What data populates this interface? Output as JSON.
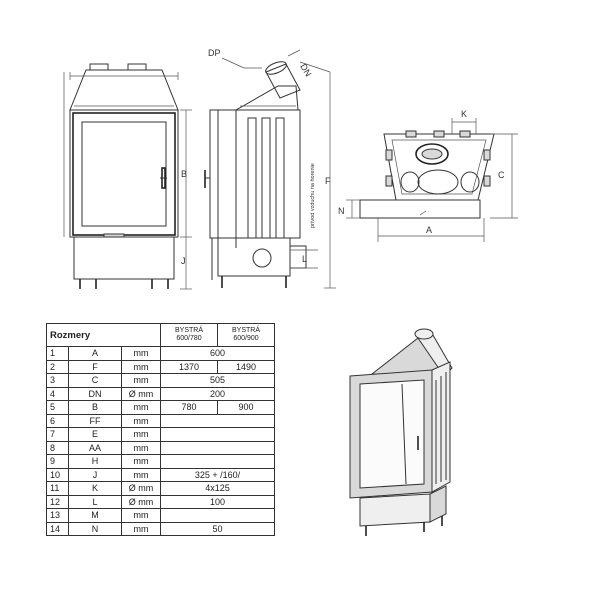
{
  "labels": {
    "DP": "DP",
    "DN": "DN",
    "B": "B",
    "F": "F",
    "J": "J",
    "L": "L",
    "K": "K",
    "C": "C",
    "N": "N",
    "A": "A",
    "side_note": "prívod vzduchu na horenie"
  },
  "table": {
    "title": "Rozmery",
    "col1": [
      "BYSTRÁ",
      "600/780"
    ],
    "col2": [
      "BYSTRÁ",
      "600/900"
    ],
    "rows": [
      {
        "n": "1",
        "code": "A",
        "unit": "mm",
        "v1": "600",
        "v2": "",
        "merged": true
      },
      {
        "n": "2",
        "code": "F",
        "unit": "mm",
        "v1": "1370",
        "v2": "1490",
        "merged": false
      },
      {
        "n": "3",
        "code": "C",
        "unit": "mm",
        "v1": "505",
        "v2": "",
        "merged": true
      },
      {
        "n": "4",
        "code": "DN",
        "unit": "Ø mm",
        "v1": "200",
        "v2": "",
        "merged": true
      },
      {
        "n": "5",
        "code": "B",
        "unit": "mm",
        "v1": "780",
        "v2": "900",
        "merged": false
      },
      {
        "n": "6",
        "code": "FF",
        "unit": "mm",
        "v1": "",
        "v2": "",
        "merged": true
      },
      {
        "n": "7",
        "code": "E",
        "unit": "mm",
        "v1": "",
        "v2": "",
        "merged": true
      },
      {
        "n": "8",
        "code": "AA",
        "unit": "mm",
        "v1": "",
        "v2": "",
        "merged": true
      },
      {
        "n": "9",
        "code": "H",
        "unit": "mm",
        "v1": "",
        "v2": "",
        "merged": true
      },
      {
        "n": "10",
        "code": "J",
        "unit": "mm",
        "v1": "325 + /160/",
        "v2": "",
        "merged": true
      },
      {
        "n": "11",
        "code": "K",
        "unit": "Ø mm",
        "v1": "4x125",
        "v2": "",
        "merged": true
      },
      {
        "n": "12",
        "code": "L",
        "unit": "Ø mm",
        "v1": "100",
        "v2": "",
        "merged": true
      },
      {
        "n": "13",
        "code": "M",
        "unit": "mm",
        "v1": "",
        "v2": "",
        "merged": true
      },
      {
        "n": "14",
        "code": "N",
        "unit": "mm",
        "v1": "50",
        "v2": "",
        "merged": true
      }
    ]
  }
}
